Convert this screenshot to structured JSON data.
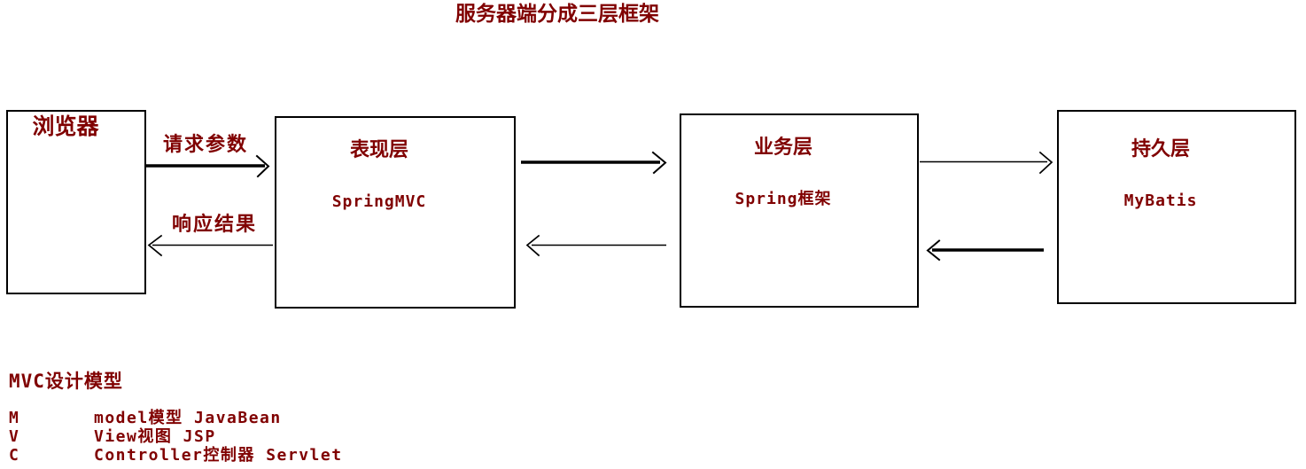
{
  "title": "服务器端分成三层框架",
  "colors": {
    "text_accent": "#800000",
    "line": "#000000",
    "background": "#ffffff"
  },
  "boxes": [
    {
      "id": "browser",
      "label": "浏览器",
      "sublabel": ""
    },
    {
      "id": "presentation",
      "label": "表现层",
      "sublabel": "SpringMVC"
    },
    {
      "id": "business",
      "label": "业务层",
      "sublabel": "Spring框架"
    },
    {
      "id": "persistence",
      "label": "持久层",
      "sublabel": "MyBatis"
    }
  ],
  "arrows": {
    "request_label": "请求参数",
    "response_label": "响应结果",
    "connections": [
      {
        "from": "browser",
        "to": "presentation",
        "direction": "right",
        "weight": "thick",
        "label": "请求参数"
      },
      {
        "from": "presentation",
        "to": "browser",
        "direction": "left",
        "weight": "thin",
        "label": "响应结果"
      },
      {
        "from": "presentation",
        "to": "business",
        "direction": "right",
        "weight": "thick",
        "label": ""
      },
      {
        "from": "business",
        "to": "presentation",
        "direction": "left",
        "weight": "thin",
        "label": ""
      },
      {
        "from": "business",
        "to": "persistence",
        "direction": "right",
        "weight": "thin",
        "label": ""
      },
      {
        "from": "persistence",
        "to": "business",
        "direction": "left",
        "weight": "thick",
        "label": ""
      }
    ]
  },
  "mvc": {
    "heading": "MVC设计模型",
    "rows": [
      {
        "letter": "M",
        "desc": "model模型 JavaBean"
      },
      {
        "letter": "V",
        "desc": "View视图 JSP"
      },
      {
        "letter": "C",
        "desc": "Controller控制器 Servlet"
      }
    ]
  }
}
